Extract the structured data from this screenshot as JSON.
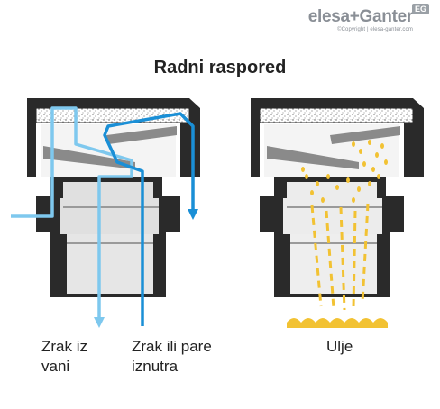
{
  "brand": {
    "logo_text": "elesa+Ganter",
    "badge": "EG",
    "copyright": "©Copyright | elesa-ganter.com"
  },
  "title": "Radni raspored",
  "labels": {
    "outside_air_line1": "Zrak iz",
    "outside_air_line2": "vani",
    "inside_air_line1": "Zrak ili pare",
    "inside_air_line2": "iznutra",
    "oil": "Ulje"
  },
  "colors": {
    "light_blue_flow": "#7ec8ee",
    "dark_blue_flow": "#1a8fd6",
    "oil": "#f2c233",
    "body": "#2a2a2a",
    "inner_wall": "#7a7a7a"
  }
}
